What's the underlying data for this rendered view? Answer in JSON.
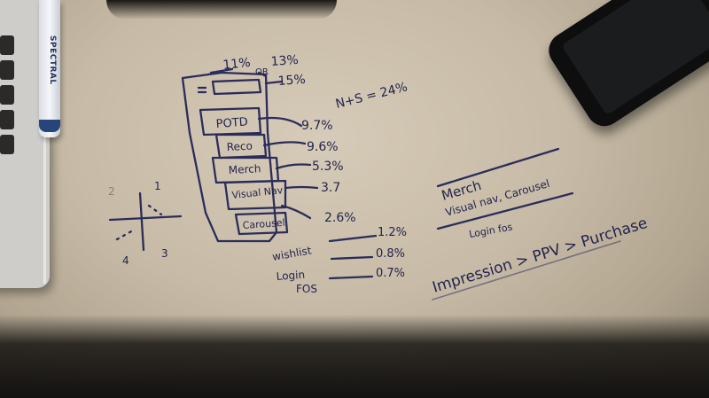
{
  "pen": {
    "brand": "SPECTRAL"
  },
  "sketch": {
    "wireframe_labels": [
      "POTD",
      "Reco",
      "Merch",
      "Visual Nav",
      "Carousel"
    ],
    "top_values": [
      "11%",
      "13%",
      "15%",
      "OR"
    ],
    "section_values": [
      "9.7%",
      "9.6%",
      "5.3%",
      "3.7",
      "2.6%"
    ],
    "net_total": "N+S = 24%",
    "footer_rows": [
      {
        "label": "wishlist",
        "value": "1.2%"
      },
      {
        "label": "Login",
        "value": "0.8%"
      },
      {
        "label": "FOS",
        "value": "0.7%"
      }
    ],
    "quadrant_numbers": [
      "1",
      "2",
      "3",
      "4"
    ],
    "notes_heading": "Merch",
    "notes_line": "Visual nav, Carousel",
    "notes_sub": "Login  fos",
    "funnel": "Impression > PPV > Purchase"
  },
  "colors": {
    "ink": "#2b2c5a",
    "desk": "#c7bba7"
  }
}
